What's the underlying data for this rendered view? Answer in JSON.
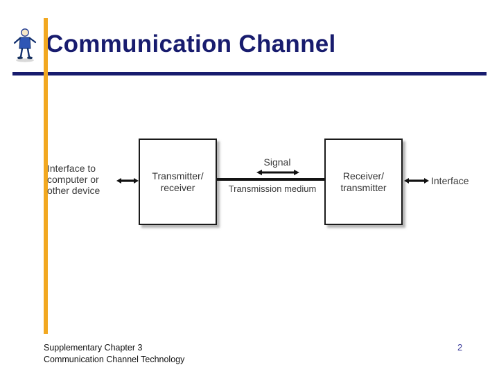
{
  "slide": {
    "title": "Communication Channel",
    "accent_color": "#f2a820",
    "title_color": "#181c6e",
    "rule_color": "#181c6e",
    "background": "#ffffff"
  },
  "diagram": {
    "type": "block-diagram",
    "boxes": [
      {
        "id": "transmitter",
        "label": "Transmitter/\nreceiver",
        "line1": "Transmitter/",
        "line2": "receiver"
      },
      {
        "id": "receiver",
        "label": "Receiver/\ntransmitter",
        "line1": "Receiver/",
        "line2": "transmitter"
      }
    ],
    "labels": {
      "interface_left_line1": "Interface to",
      "interface_left_line2": "computer or",
      "interface_left_line3": "other device",
      "interface_right": "Interface",
      "signal": "Signal",
      "transmission_medium": "Transmission medium"
    },
    "arrows": [
      {
        "id": "arrow-left",
        "style": "double-headed"
      },
      {
        "id": "arrow-right",
        "style": "double-headed"
      },
      {
        "id": "arrow-signal",
        "style": "double-headed"
      }
    ]
  },
  "footer": {
    "line1": "Supplementary Chapter 3",
    "line2": "Communication Channel Technology",
    "page_number": "2"
  },
  "icons": {
    "mascot": "mascot-figure-icon"
  }
}
